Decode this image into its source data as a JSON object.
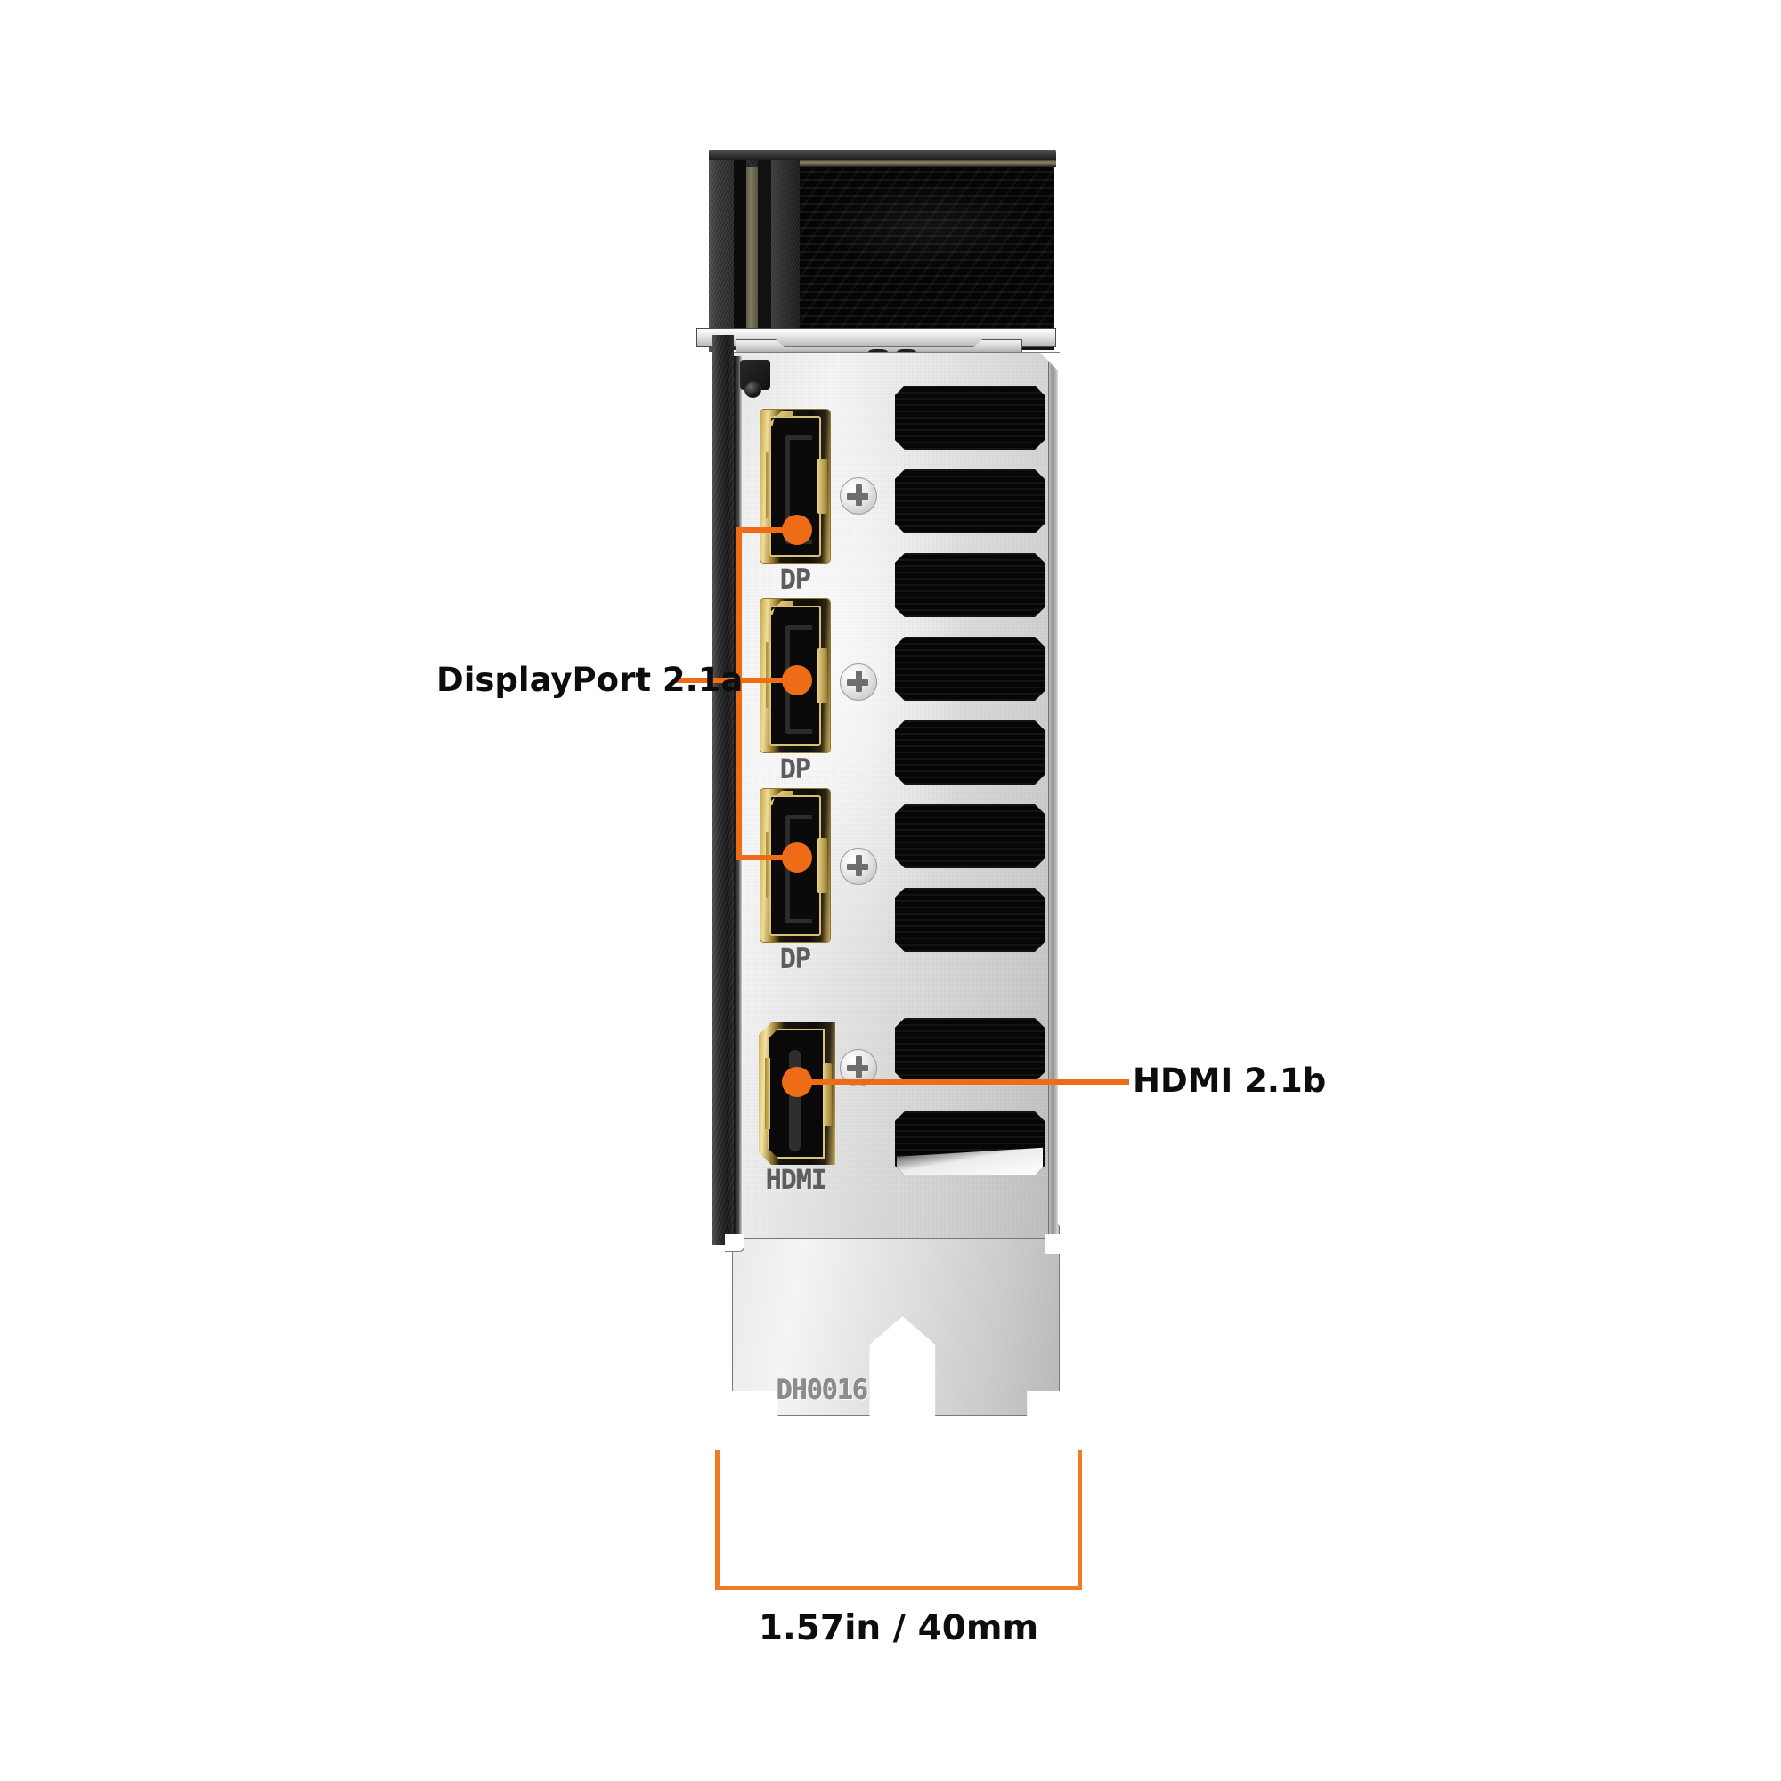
{
  "product": {
    "view_label": "graphics-card-io-bracket-rear-view",
    "serial_stamp": "DH0016"
  },
  "colors": {
    "accent_orange": "#ef6c17",
    "dimension_orange": "#ef7c22",
    "bracket_silver": "#e6e6e6",
    "shroud_black": "#141414",
    "connector_gold": "#d9c072",
    "text_black": "#0d0d0d"
  },
  "callouts": [
    {
      "id": "displayport",
      "label": "DisplayPort 2.1a",
      "count": 3
    },
    {
      "id": "hdmi",
      "label": "HDMI 2.1b",
      "count": 1
    }
  ],
  "ports": [
    {
      "type": "DisplayPort",
      "port_label": "DP",
      "index": 1
    },
    {
      "type": "DisplayPort",
      "port_label": "DP",
      "index": 2
    },
    {
      "type": "DisplayPort",
      "port_label": "DP",
      "index": 3
    },
    {
      "type": "HDMI",
      "port_label": "HDMI",
      "index": 4
    }
  ],
  "port_labels": {
    "dp1": "DP",
    "dp2": "DP",
    "dp3": "DP",
    "hdmi": "HDMI"
  },
  "dimension": {
    "label": "1.57in / 40mm",
    "inches": "1.57in",
    "millimeters": "40mm",
    "measures": "bracket-width"
  },
  "counts": {
    "screws": 4,
    "vent_slots": 9,
    "displayports": 3,
    "hdmi_ports": 1
  }
}
